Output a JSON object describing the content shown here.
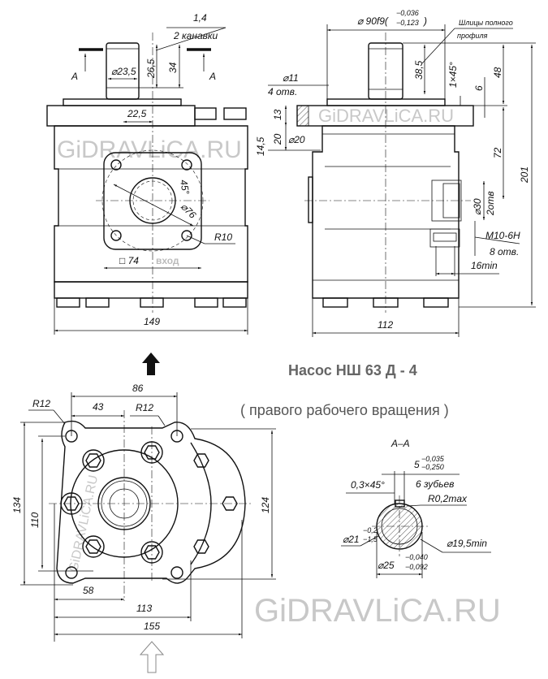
{
  "title": "Насос  НШ 63 Д - 4",
  "subtitle": "( правого рабочего вращения )",
  "watermark": "GiDRAVLiCA.RU",
  "front_view": {
    "groove_width": "1,4",
    "groove_note": "2 канавки",
    "shaft_dia": "⌀23,5",
    "dim_26_5": "26,5",
    "dim_34": "34",
    "section_label": "A",
    "offset": "22,5",
    "angle": "45°",
    "bolt_circle": "⌀76",
    "radius": "R10",
    "square": "□ 74",
    "port_label": "вход",
    "width": "149"
  },
  "side_view": {
    "pilot_dia": "⌀ 90f9(",
    "pilot_tol_upper": "−0,036",
    "pilot_tol_lower": "−0,123",
    "pilot_close": ")",
    "spline_note_1": "Шлицы полного",
    "spline_note_2": "профиля",
    "dim_38_5": "38,5",
    "chamfer": "1×45°",
    "dim_6": "6",
    "dim_48": "48",
    "dim_201": "201",
    "dim_72": "72",
    "hole_dia": "⌀11",
    "hole_count": "4 отв.",
    "dim_13": "13",
    "dim_14_5": "14,5",
    "dim_20": "20",
    "counterbore": "⌀20",
    "port_dia": "⌀30",
    "port_count": "2отв",
    "thread": "M10-6H",
    "thread_count": "8 отв.",
    "thread_depth": "16min",
    "width": "112"
  },
  "bottom_view": {
    "dim_86": "86",
    "dim_43": "43",
    "radius_left": "R12",
    "radius_right": "R12",
    "dim_134": "134",
    "dim_110": "110",
    "dim_124": "124",
    "dim_58": "58",
    "dim_113": "113",
    "dim_155": "155"
  },
  "section": {
    "label": "A–A",
    "tooth_width": "5",
    "tooth_tol_upper": "−0,035",
    "tooth_tol_lower": "−0,250",
    "chamfer": "0,3×45°",
    "teeth": "6 зубьев",
    "radius": "R0,2max",
    "inner_dia": "⌀21",
    "inner_tol_upper": "−0,2",
    "inner_tol_lower": "−1,5",
    "min_dia": "⌀19,5min",
    "outer_dia": "⌀25",
    "outer_tol_upper": "−0,040",
    "outer_tol_lower": "−0,092"
  }
}
